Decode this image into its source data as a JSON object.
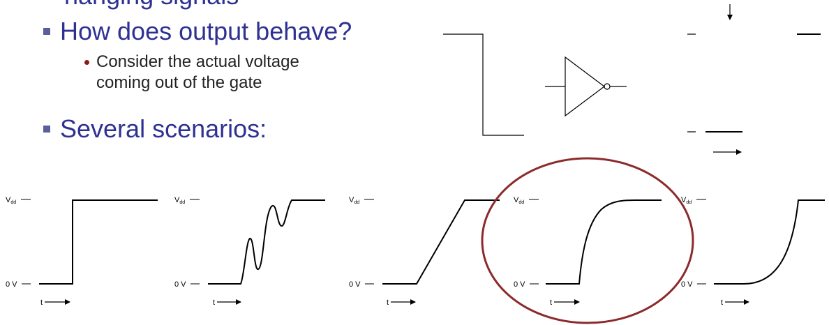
{
  "slide": {
    "heading_fragment": "hanging signals",
    "bullets": [
      {
        "text": "How does output behave?"
      },
      {
        "text": "Several scenarios:"
      }
    ],
    "sub_bullet_lines": [
      "Consider the actual voltage",
      "coming out of the gate"
    ]
  },
  "colors": {
    "heading": "#2e3192",
    "bullet_square": "#5a5e99",
    "sub_bullet_dot": "#8b1a1a",
    "highlight_circle": "#8b2b2b"
  },
  "waveforms": [
    {
      "name": "ideal-step",
      "vdd_label": "V",
      "vdd_sub": "dd",
      "zero_label": "0 V",
      "time_label": "t"
    },
    {
      "name": "ringing",
      "vdd_label": "V",
      "vdd_sub": "dd",
      "zero_label": "0 V",
      "time_label": "t"
    },
    {
      "name": "linear-ramp",
      "vdd_label": "V",
      "vdd_sub": "dd",
      "zero_label": "0 V",
      "time_label": "t"
    },
    {
      "name": "rc-charge",
      "vdd_label": "V",
      "vdd_sub": "dd",
      "zero_label": "0 V",
      "time_label": "t",
      "highlighted": true
    },
    {
      "name": "exponential-rise",
      "vdd_label": "V",
      "vdd_sub": "dd",
      "zero_label": "0 V",
      "time_label": "t"
    }
  ]
}
